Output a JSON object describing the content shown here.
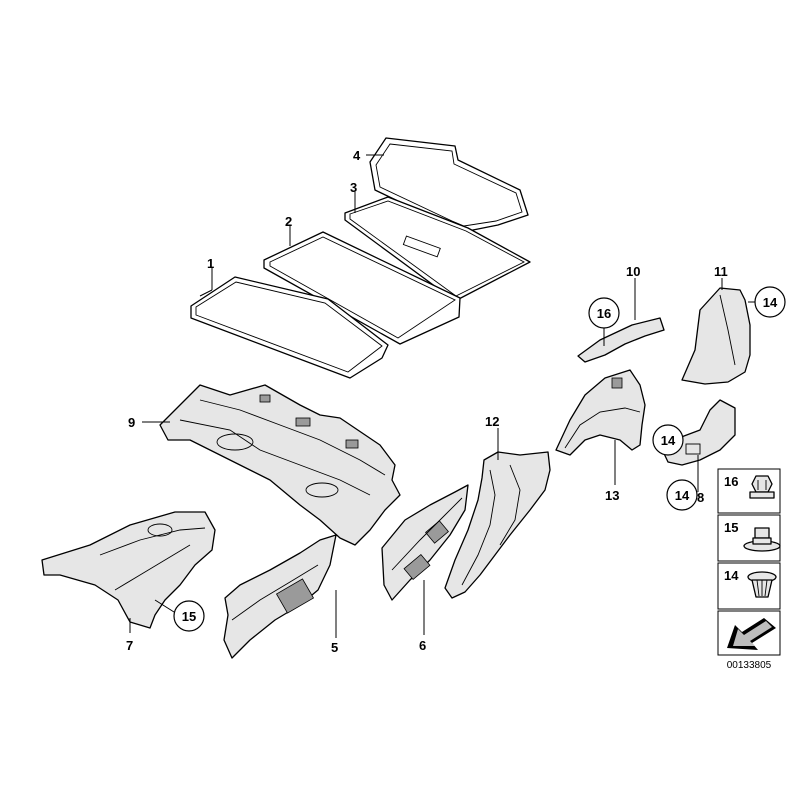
{
  "callouts": {
    "c1": "1",
    "c2": "2",
    "c3": "3",
    "c4": "4",
    "c5": "5",
    "c6": "6",
    "c7": "7",
    "c8": "8",
    "c9": "9",
    "c10": "10",
    "c11": "11",
    "c12": "12",
    "c13": "13",
    "c14a": "14",
    "c14b": "14",
    "c14c": "14",
    "c15": "15",
    "c16": "16"
  },
  "legend": {
    "item16": "16",
    "item15": "15",
    "item14": "14"
  },
  "reference_number": "00133805"
}
